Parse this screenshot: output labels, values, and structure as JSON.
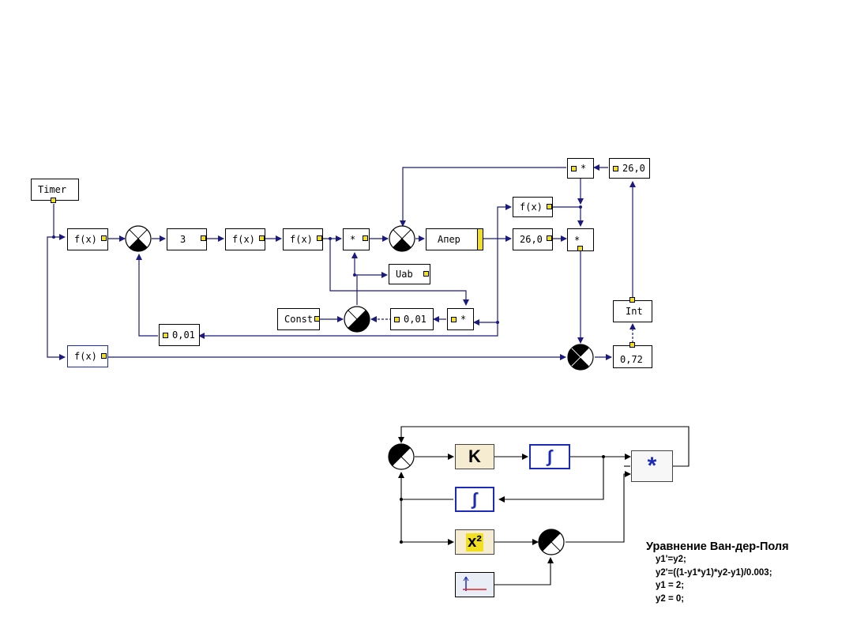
{
  "diagram1": {
    "timer": "Timer",
    "fx1": "f(x)",
    "gain3": "3",
    "fx2": "f(x)",
    "fx3": "f(x)",
    "mult1": "*",
    "aper": "Aпер",
    "k26a": "26,0",
    "fx_top": "f(x)",
    "mult_top": "*",
    "k26b": "26,0",
    "mult_right": "*",
    "uab": "Uab",
    "const": "Const",
    "k001a": "0,01",
    "mult_low": "*",
    "k001b": "0,01",
    "fx_bottom": "f(x)",
    "int": "Int",
    "k072": "0,72"
  },
  "diagram2": {
    "gain_k": "K",
    "integral1": "∫",
    "integral2": "∫",
    "square": "x²",
    "multiplex": "*"
  },
  "note": {
    "title": "Уравнение Ван-дер-Поля",
    "lines": [
      "y1'=y2;",
      "y2'=((1-y1*y1)*y2-y1)/0.003;",
      "y1 = 2;",
      "y2 = 0;"
    ]
  },
  "colors": {
    "wire": "#1a1a80",
    "port": "#f2df1e",
    "blue_border": "#1c2ab8",
    "tan_block": "#f5ecd2"
  }
}
